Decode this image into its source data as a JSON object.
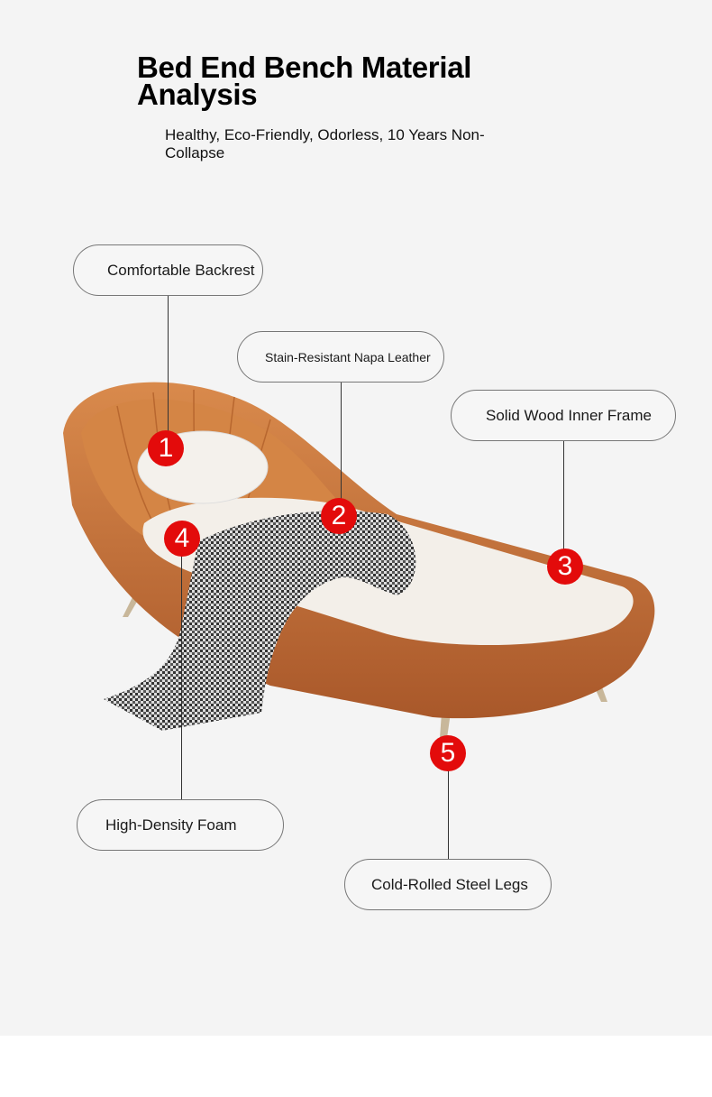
{
  "header": {
    "title": "Bed End Bench Material Analysis",
    "subtitle": "Healthy, Eco-Friendly, Odorless, 10 Years Non-Collapse"
  },
  "callouts": [
    {
      "number": "1",
      "label": "Comfortable Backrest"
    },
    {
      "number": "2",
      "label": "Stain-Resistant Napa Leather"
    },
    {
      "number": "3",
      "label": "Solid Wood Inner Frame"
    },
    {
      "number": "4",
      "label": "High-Density Foam"
    },
    {
      "number": "5",
      "label": "Cold-Rolled Steel Legs"
    }
  ],
  "colors": {
    "badge": "#e30b0b",
    "leather": "#c9733a",
    "background": "#f4f4f4"
  }
}
